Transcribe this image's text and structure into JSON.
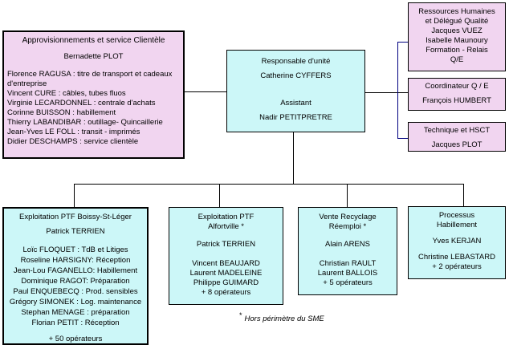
{
  "colors": {
    "pink_fill": "#F1D5F0",
    "cyan_fill": "#CCF7F8",
    "line": "#000000",
    "bracket_line": "#000080"
  },
  "boxes": {
    "appro": {
      "title": "Approvisionnements et service Clientèle",
      "manager": "Bernadette PLOT",
      "members": [
        "Florence RAGUSA : titre de transport et cadeaux d'entreprise",
        "Vincent CURE : câbles, tubes fluos",
        "Virginie LECARDONNEL : centrale d'achats",
        "Corinne BUISSON : habillement",
        "Thierry LABANDIBAR : outillage- Quincaillerie",
        "Jean-Yves LE FOLL : transit -  imprimés",
        "Didier DESCHAMPS : service clientèle"
      ]
    },
    "responsable": {
      "role": "Responsable d'unité",
      "name": "Catherine CYFFERS",
      "assistant_role": "Assistant",
      "assistant_name": "Nadir PETITPRETRE"
    },
    "rh": {
      "lines": [
        "Ressources Humaines",
        "et Délégué Qualité",
        "Jacques VUEZ",
        "Isabelle Maunoury",
        "Formation -  Relais",
        "Q/E"
      ]
    },
    "coordinateur": {
      "role": "Coordinateur Q / E",
      "name": "François HUMBERT"
    },
    "technique": {
      "role": "Technique et HSCT",
      "name": "Jacques PLOT"
    },
    "boissy": {
      "title": "Exploitation PTF Boissy-St-Léger",
      "manager": "Patrick TERRIEN",
      "members": [
        "Loïc FLOQUET : TdB et Litiges",
        "Roseline HARSIGNY: Réception",
        "Jean-Lou FAGANELLO: Habillement",
        "Dominique RAGOT: Préparation",
        "Paul ENQUEBECQ : Prod. sensibles",
        "Grégory SIMONEK : Log. maintenance",
        "Stephan MENAGE : préparation",
        "Florian PETIT : Réception"
      ],
      "footer": "+ 50 opérateurs"
    },
    "alfortville": {
      "title_line1": "Exploitation PTF",
      "title_line2": "Alfortville *",
      "manager": "Patrick TERRIEN",
      "members": [
        "Vincent BEAUJARD",
        "Laurent MADELEINE",
        "Philippe GUIMARD"
      ],
      "footer": "+ 8 opérateurs"
    },
    "vente": {
      "title_line1": "Vente Recyclage",
      "title_line2": "Réemploi *",
      "manager": "Alain ARENS",
      "members": [
        "Christian RAULT",
        "Laurent BALLOIS"
      ],
      "footer": "+ 5 opérateurs"
    },
    "processus": {
      "title_line1": "Processus",
      "title_line2": "Habillement",
      "manager": "Yves KERJAN",
      "members": [
        "Christine LEBASTARD"
      ],
      "footer": "+ 2 opérateurs"
    }
  },
  "footnote": {
    "star": "*",
    "text": "Hors périmètre du SME"
  }
}
